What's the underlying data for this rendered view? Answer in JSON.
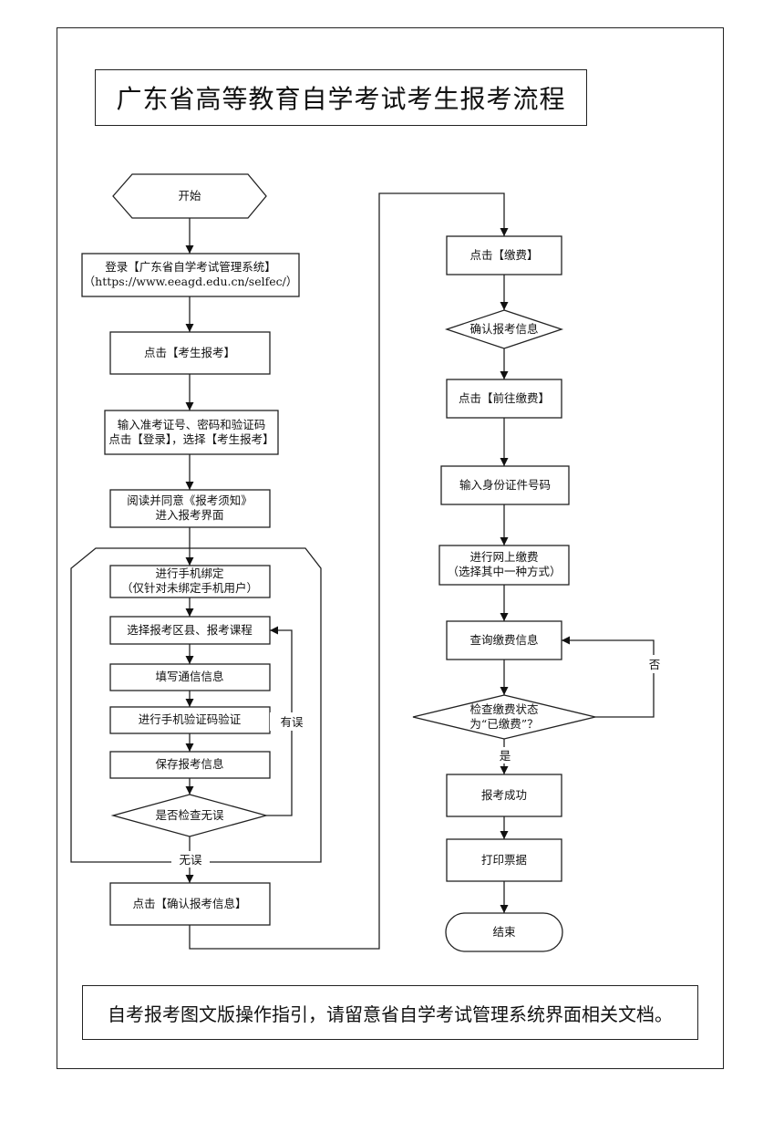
{
  "title": "广东省高等教育自学考试考生报考流程",
  "footer": "自考报考图文版操作指引，请留意省自学考试管理系统界面相关文档。",
  "nodes": {
    "start": [
      "开始"
    ],
    "login": [
      "登录【广东省自学考试管理系统】",
      "（https://www.eeagd.edu.cn/selfec/）"
    ],
    "click_exam_apply": [
      "点击【考生报考】"
    ],
    "enter_credentials": [
      "输入准考证号、密码和验证码",
      "点击【登录】，选择【考生报考】"
    ],
    "read_agree": [
      "阅读并同意《报考须知》",
      "进入报考界面"
    ],
    "bind_phone": [
      "进行手机绑定",
      "（仅针对未绑定手机用户）"
    ],
    "select_district": [
      "选择报考区县、报考课程"
    ],
    "fill_contact": [
      "填写通信信息"
    ],
    "verify_phone": [
      "进行手机验证码验证"
    ],
    "save_info": [
      "保存报考信息"
    ],
    "check_ok": [
      "是否检查无误"
    ],
    "confirm_info_click": [
      "点击【确认报考信息】"
    ],
    "click_pay": [
      "点击【缴费】"
    ],
    "confirm_info": [
      "确认报考信息"
    ],
    "goto_pay": [
      "点击【前往缴费】"
    ],
    "enter_id": [
      "输入身份证件号码"
    ],
    "online_pay": [
      "进行网上缴费",
      "（选择其中一种方式）"
    ],
    "query_pay": [
      "查询缴费信息"
    ],
    "check_status": [
      "检查缴费状态",
      "为“已缴费”？"
    ],
    "success": [
      "报考成功"
    ],
    "print": [
      "打印票据"
    ],
    "end": [
      "结束"
    ]
  },
  "edge_labels": {
    "has_error": "有误",
    "no_error": "无误",
    "no": "否",
    "yes": "是"
  }
}
